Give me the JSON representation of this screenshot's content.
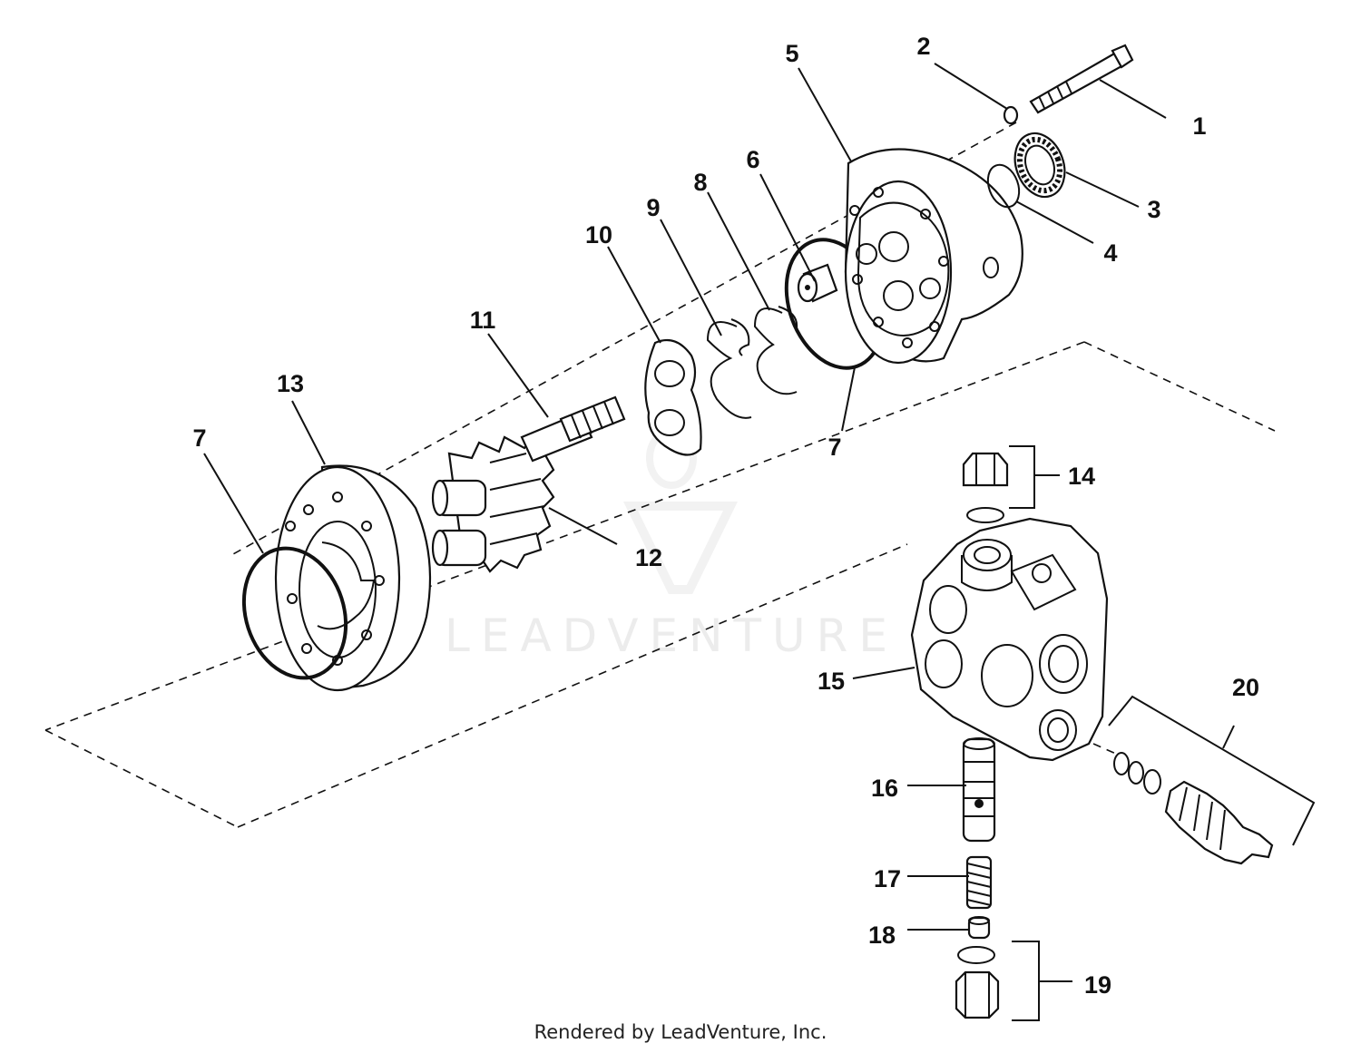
{
  "watermark": {
    "text": "LEADVENTURE",
    "color": "#ececec"
  },
  "footer": {
    "text": "Rendered by LeadVenture, Inc."
  },
  "callouts": {
    "c1": "1",
    "c2": "2",
    "c3": "3",
    "c4": "4",
    "c5": "5",
    "c6": "6",
    "c7a": "7",
    "c7b": "7",
    "c8": "8",
    "c9": "9",
    "c10": "10",
    "c11": "11",
    "c12": "12",
    "c13": "13",
    "c14": "14",
    "c15": "15",
    "c16": "16",
    "c17": "17",
    "c18": "18",
    "c19": "19",
    "c20": "20"
  },
  "colors": {
    "ink": "#111111",
    "paper": "#ffffff"
  }
}
